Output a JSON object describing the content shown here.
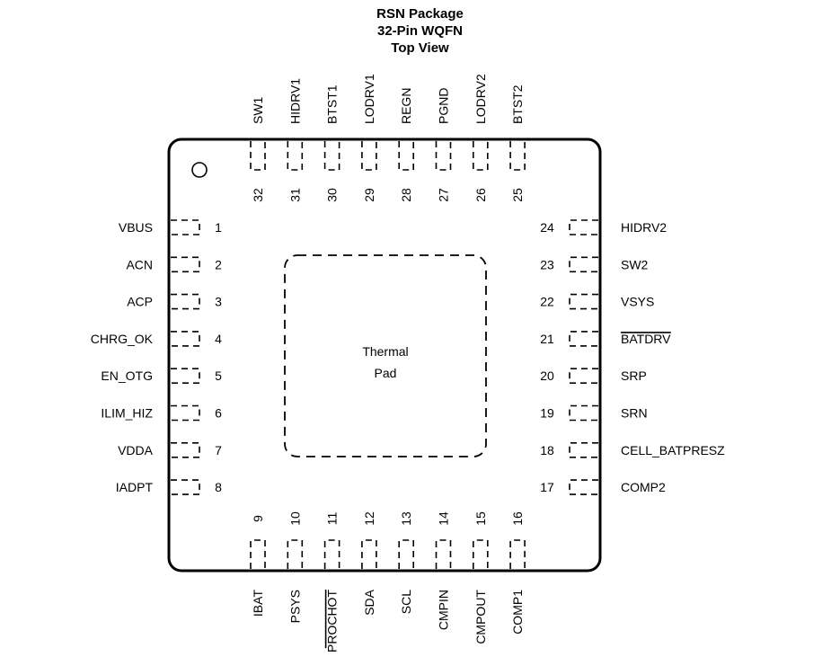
{
  "title": {
    "line1": "RSN Package",
    "line2": "32-Pin WQFN",
    "line3": "Top View"
  },
  "thermal_pad": {
    "line1": "Thermal",
    "line2": "Pad"
  },
  "pins": {
    "left": [
      {
        "num": "1",
        "name": "VBUS"
      },
      {
        "num": "2",
        "name": "ACN"
      },
      {
        "num": "3",
        "name": "ACP"
      },
      {
        "num": "4",
        "name": "CHRG_OK"
      },
      {
        "num": "5",
        "name": "EN_OTG"
      },
      {
        "num": "6",
        "name": "ILIM_HIZ"
      },
      {
        "num": "7",
        "name": "VDDA"
      },
      {
        "num": "8",
        "name": "IADPT"
      }
    ],
    "bottom": [
      {
        "num": "9",
        "name": "IBAT"
      },
      {
        "num": "10",
        "name": "PSYS"
      },
      {
        "num": "11",
        "name": "PROCHOT",
        "overbar": true
      },
      {
        "num": "12",
        "name": "SDA"
      },
      {
        "num": "13",
        "name": "SCL"
      },
      {
        "num": "14",
        "name": "CMPIN"
      },
      {
        "num": "15",
        "name": "CMPOUT"
      },
      {
        "num": "16",
        "name": "COMP1"
      }
    ],
    "right": [
      {
        "num": "17",
        "name": "COMP2"
      },
      {
        "num": "18",
        "name": "CELL_BATPRESZ"
      },
      {
        "num": "19",
        "name": "SRN"
      },
      {
        "num": "20",
        "name": "SRP"
      },
      {
        "num": "21",
        "name": "BATDRV",
        "overbar": true
      },
      {
        "num": "22",
        "name": "VSYS"
      },
      {
        "num": "23",
        "name": "SW2"
      },
      {
        "num": "24",
        "name": "HIDRV2"
      }
    ],
    "top": [
      {
        "num": "25",
        "name": "BTST2"
      },
      {
        "num": "26",
        "name": "LODRV2"
      },
      {
        "num": "27",
        "name": "PGND"
      },
      {
        "num": "28",
        "name": "REGN"
      },
      {
        "num": "29",
        "name": "LODRV1"
      },
      {
        "num": "30",
        "name": "BTST1"
      },
      {
        "num": "31",
        "name": "HIDRV1"
      },
      {
        "num": "32",
        "name": "SW1"
      }
    ]
  }
}
